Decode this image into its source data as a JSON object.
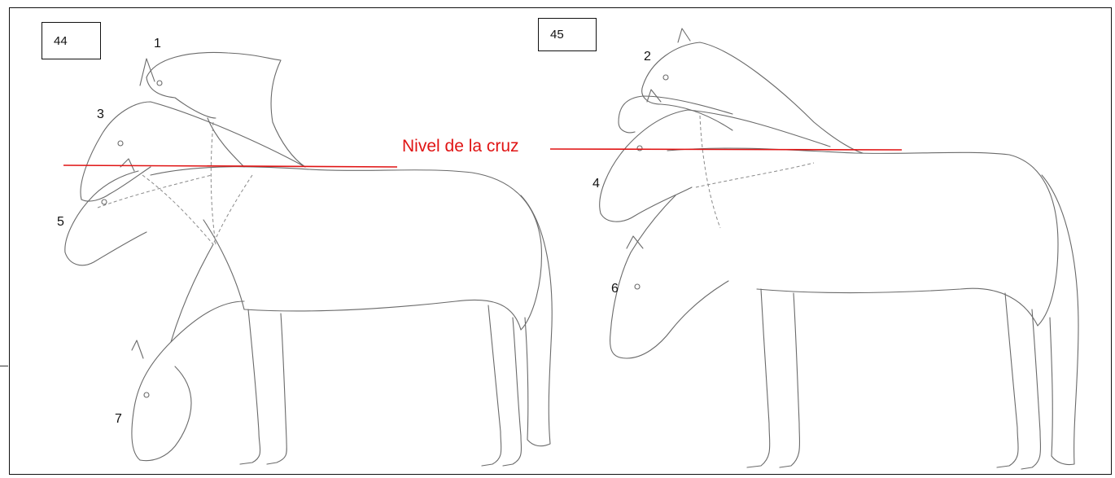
{
  "panels": [
    {
      "id": "44",
      "label": "44"
    },
    {
      "id": "45",
      "label": "45"
    }
  ],
  "horse_labels": [
    "1",
    "2",
    "3",
    "4",
    "5",
    "6",
    "7"
  ],
  "withers_label": "Nivel de la cruz",
  "colors": {
    "reference_line": "#e01414",
    "sketch": "#6a6a6a",
    "frame": "#111111"
  }
}
